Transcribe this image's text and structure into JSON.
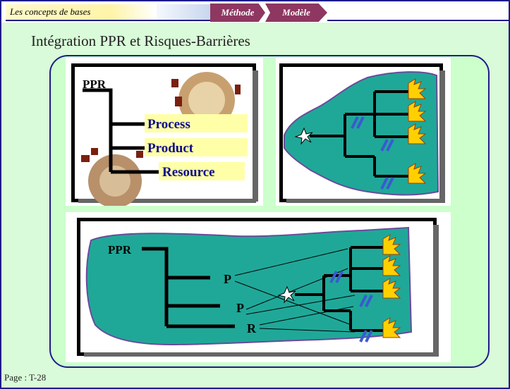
{
  "header": {
    "concepts_label": "Les concepts de bases",
    "tab_methode": "Méthode",
    "tab_modele": "Modèle"
  },
  "slide": {
    "title": "Intégration PPR et Risques-Barrières"
  },
  "ppr_panel": {
    "root": "PPR",
    "items": [
      "Process",
      "Product",
      "Resource"
    ]
  },
  "combined_panel": {
    "root": "PPR",
    "items": [
      "P",
      "P",
      "R"
    ]
  },
  "footer": {
    "page_label": "Page : T-28"
  },
  "colors": {
    "background": "#d9fbd9",
    "border": "#1d1d8a",
    "tab": "#8e3761",
    "teal": "#1fa898",
    "label_bg": "#ffffa8",
    "label_text": "#0a0a8c"
  }
}
